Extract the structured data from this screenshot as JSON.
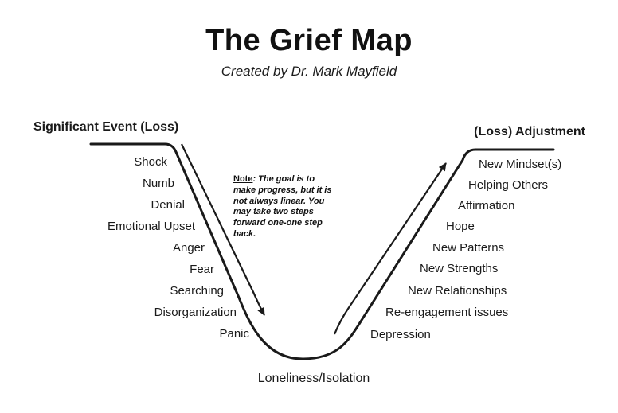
{
  "header": {
    "title": "The Grief Map",
    "subtitle": "Created by Dr. Mark Mayfield"
  },
  "map": {
    "left_heading": "Significant Event (Loss)",
    "right_heading": "(Loss) Adjustment",
    "descent_labels": [
      "Shock",
      "Numb",
      "Denial",
      "Emotional Upset",
      "Anger",
      "Fear",
      "Searching",
      "Disorganization",
      "Panic"
    ],
    "bottom_label": "Loneliness/Isolation",
    "ascent_labels": [
      "New Mindset(s)",
      "Helping Others",
      "Affirmation",
      "Hope",
      "New Patterns",
      "New Strengths",
      "New Relationships",
      "Re-engagement issues",
      "Depression"
    ],
    "note": {
      "label": "Note",
      "text": ": The goal is to make progress, but it is not always linear. You may take two steps forward one-one step back."
    },
    "colors": {
      "line": "#1a1a1a",
      "text": "#1a1a1a",
      "background": "#ffffff"
    }
  }
}
